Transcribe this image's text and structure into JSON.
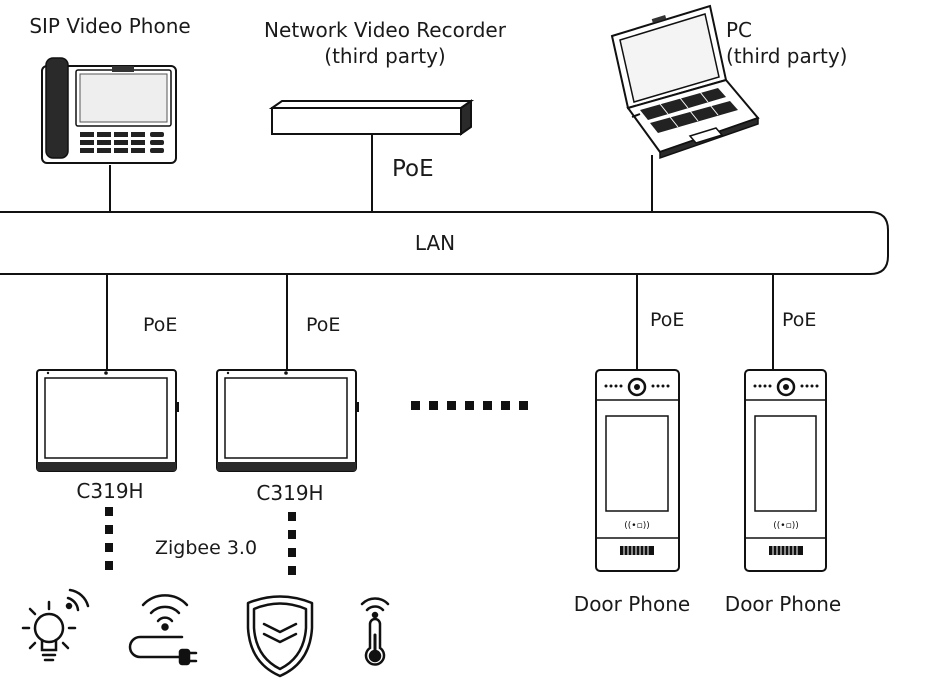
{
  "devices": {
    "sip_phone_label": "SIP Video Phone",
    "nvr_label_line1": "Network Video Recorder",
    "nvr_label_line2": "(third party)",
    "pc_label_line1": "PC",
    "pc_label_line2": "(third party)",
    "monitor_1_label": "C319H",
    "monitor_2_label": "C319H",
    "door_phone_1_label": "Door Phone",
    "door_phone_2_label": "Door Phone"
  },
  "network": {
    "lan_label": "LAN",
    "nvr_poe_label": "PoE",
    "monitor_1_poe_label": "PoE",
    "monitor_2_poe_label": "PoE",
    "door_1_poe_label": "PoE",
    "door_2_poe_label": "PoE",
    "zigbee_label": "Zigbee 3.0"
  },
  "icons": [
    "smart-bulb-icon",
    "wifi-plug-icon",
    "security-shield-icon",
    "thermometer-icon"
  ]
}
